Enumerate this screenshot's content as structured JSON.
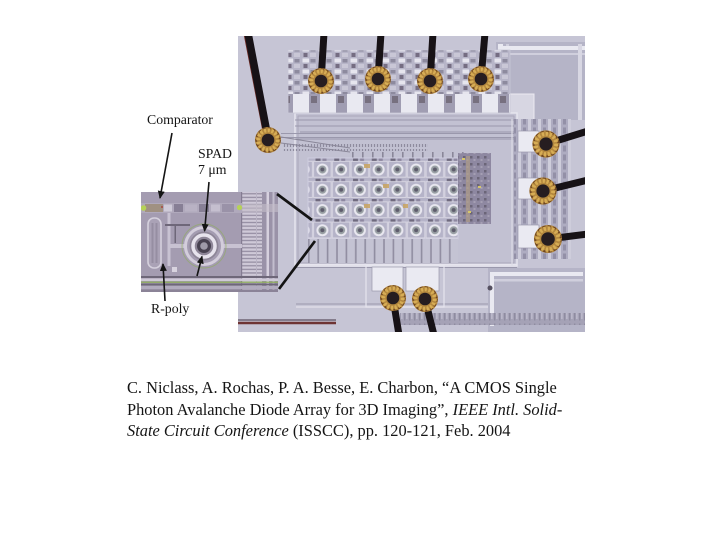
{
  "figure": {
    "labels": {
      "comparator": "Comparator",
      "spad": "SPAD",
      "spad_size": "7 μm",
      "rpoly": "R-poly"
    }
  },
  "citation": {
    "line1": "C. Niclass, A. Rochas, P. A. Besse, E. Charbon, “A CMOS Single",
    "line2_normal": "Photon Avalanche Diode Array for 3D Imaging”, ",
    "line2_italic": "IEEE Intl. Solid-",
    "line3_italic": "State Circuit Conference",
    "line3_normal": " (ISSCC), pp. 120-121, Feb. 2004"
  },
  "colors": {
    "chip_surface": "#c6c5d5",
    "chip_core": "#c2c1d2",
    "bond_gold": "#b3873e",
    "wire_black": "#171216",
    "inset_surface": "#a49cb1",
    "annotation_ink": "#141414",
    "text_ink": "#151515"
  }
}
